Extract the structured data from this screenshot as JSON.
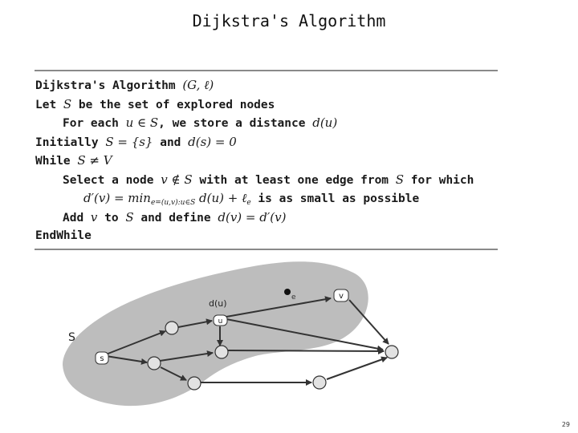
{
  "title": "Dijkstra's Algorithm",
  "algorithm": {
    "l1": {
      "t1": "Dijkstra's Algorithm ",
      "m1": "(G, ℓ)"
    },
    "l2": {
      "t1": "Let ",
      "m1": "S",
      "t2": " be the set of explored nodes"
    },
    "l3": {
      "t1": "For each ",
      "m1": "u ∈ S",
      "t2": ", we store a distance ",
      "m2": "d(u)"
    },
    "l4": {
      "t1": "Initially ",
      "m1": "S = {s}",
      "t2": " and ",
      "m2": "d(s) = 0"
    },
    "l5": {
      "t1": "While ",
      "m1": "S ≠ V"
    },
    "l6": {
      "t1": "Select a node ",
      "m1": "v ∉ S",
      "t2": " with at least one edge from ",
      "m2": "S",
      "t3": " for which"
    },
    "l7": {
      "m1": "d′(v) = min",
      "sub": "e=(u,v):u∈S",
      "m2": " d(u) + ℓ",
      "sub2": "e",
      "t1": " is as small as possible"
    },
    "l8": {
      "t1": "Add ",
      "m1": "v",
      "t2": " to ",
      "m2": "S",
      "t3": " and define ",
      "m3": "d(v) = d′(v)"
    },
    "l9": {
      "t1": "EndWhile"
    }
  },
  "graph": {
    "label_S": "S",
    "label_s": "s",
    "label_u": "u",
    "label_v": "v",
    "label_e": "e",
    "label_du": "d(u)"
  },
  "page_number": "29"
}
